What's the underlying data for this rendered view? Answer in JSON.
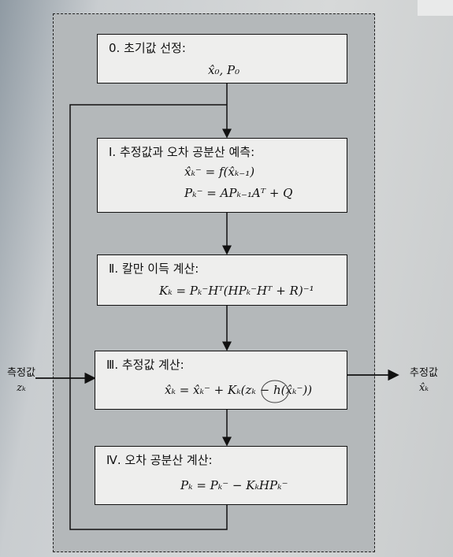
{
  "steps": [
    {
      "title": "0. 초기값 선정:",
      "lines": [
        "x̂₀, P₀"
      ]
    },
    {
      "title": "Ⅰ. 추정값과 오차 공분산 예측:",
      "lines": [
        "x̂ₖ⁻ = f(x̂ₖ₋₁)",
        "Pₖ⁻ = APₖ₋₁Aᵀ + Q"
      ]
    },
    {
      "title": "Ⅱ. 칼만 이득 계산:",
      "lines": [
        "Kₖ = Pₖ⁻Hᵀ(HPₖ⁻Hᵀ + R)⁻¹"
      ]
    },
    {
      "title": "Ⅲ. 추정값 계산:",
      "lines": [
        "x̂ₖ = x̂ₖ⁻ + Kₖ(zₖ − h(x̂ₖ⁻))"
      ]
    },
    {
      "title": "Ⅳ. 오차 공분산 계산:",
      "lines": [
        "Pₖ = Pₖ⁻ − KₖHPₖ⁻"
      ]
    }
  ],
  "input": {
    "label": "측정값",
    "var": "zₖ"
  },
  "output": {
    "label": "추정값",
    "var": "x̂ₖ"
  }
}
